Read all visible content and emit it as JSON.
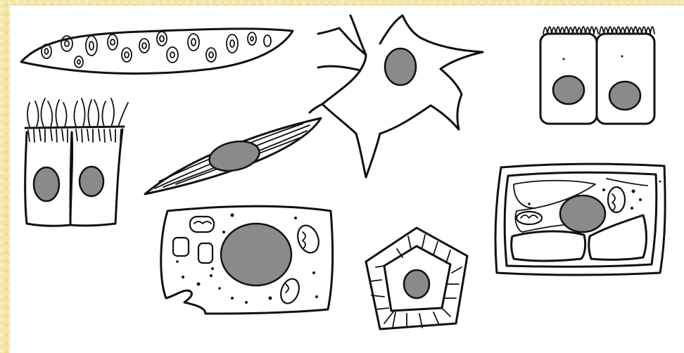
{
  "figure": {
    "background_color": "#f2e6a8",
    "panel_color": "#ffffff",
    "ink_color": "#111111",
    "cells": [
      "smooth-muscle-band-cell",
      "neuron-cell",
      "microvilli-epithelial-cells",
      "ciliated-epithelial-cells",
      "spindle-muscle-cell",
      "animal-cell",
      "pentagonal-cell",
      "plant-cell"
    ]
  }
}
